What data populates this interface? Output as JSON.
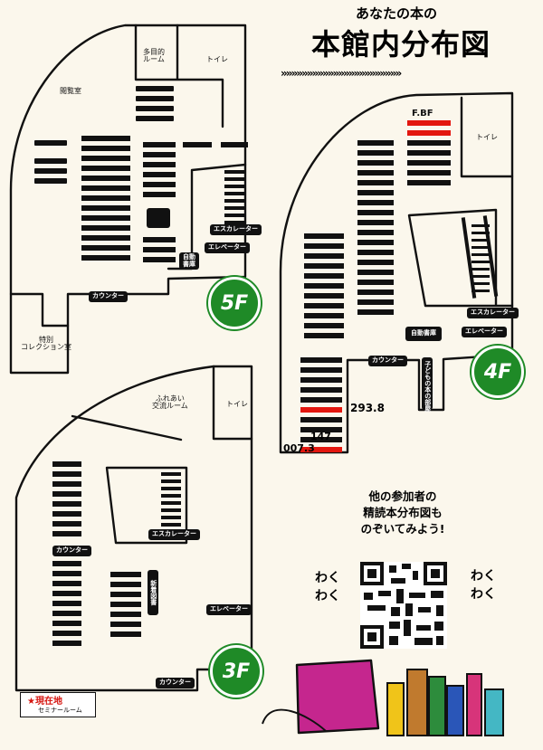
{
  "header": {
    "subtitle": "あなたの本の",
    "title": "本館内分布図",
    "chevrons": "»»»»»»»»»»»»»»»»»»»»»»»"
  },
  "floors": {
    "f5": {
      "badge": "5F",
      "rooms": {
        "reading_room": "閲覧室",
        "multipurpose": "多目的\nルーム",
        "toilet": "トイレ",
        "special_collection": "特別\nコレクション室"
      },
      "pills": {
        "escalator": "エスカレーター",
        "elevator": "エレベーター",
        "auto_storage": "自動\n書庫",
        "counter": "カウンター"
      }
    },
    "f4": {
      "badge": "4F",
      "rooms": {
        "fbf": "F.BF",
        "toilet": "トイレ"
      },
      "pills": {
        "escalator": "エスカレーター",
        "elevator": "エレベーター",
        "auto_storage": "自動書庫",
        "counter": "カウンター",
        "children_room": "子どもの本の部屋"
      },
      "numbers": {
        "n2938": "293.8",
        "n147": "147",
        "n0073": "007.3"
      }
    },
    "f3": {
      "badge": "3F",
      "rooms": {
        "fureai": "ふれあい\n交流ルーム",
        "toilet": "トイレ"
      },
      "pills": {
        "escalator": "エスカレーター",
        "elevator": "エレベーター",
        "counter_mid": "カウンター",
        "counter_bottom": "カウンター",
        "new_arrivals": "新着図書"
      },
      "current": {
        "main": "★現在地",
        "sub": "セミナールーム"
      }
    }
  },
  "promo": {
    "text": "他の参加者の\n精読本分布図も\nのぞいてみよう!",
    "waku_left": "わく\nわく",
    "waku_right": "わく\nわく"
  },
  "colors": {
    "accent_red": "#e3170f",
    "badge_green": "#1f8a27",
    "background": "#fbf7ec"
  }
}
